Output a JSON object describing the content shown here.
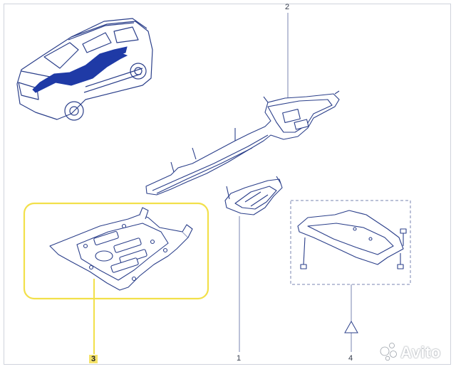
{
  "diagram": {
    "callouts": {
      "top": "2",
      "center": "1",
      "left": "3",
      "right": "4"
    },
    "highlight_color": "#f2e04a",
    "line_color": "#2b3f8a",
    "car_highlight_color": "#1f3aa6"
  },
  "watermark": {
    "text": "Avito",
    "icon": "avito-dots-icon"
  }
}
